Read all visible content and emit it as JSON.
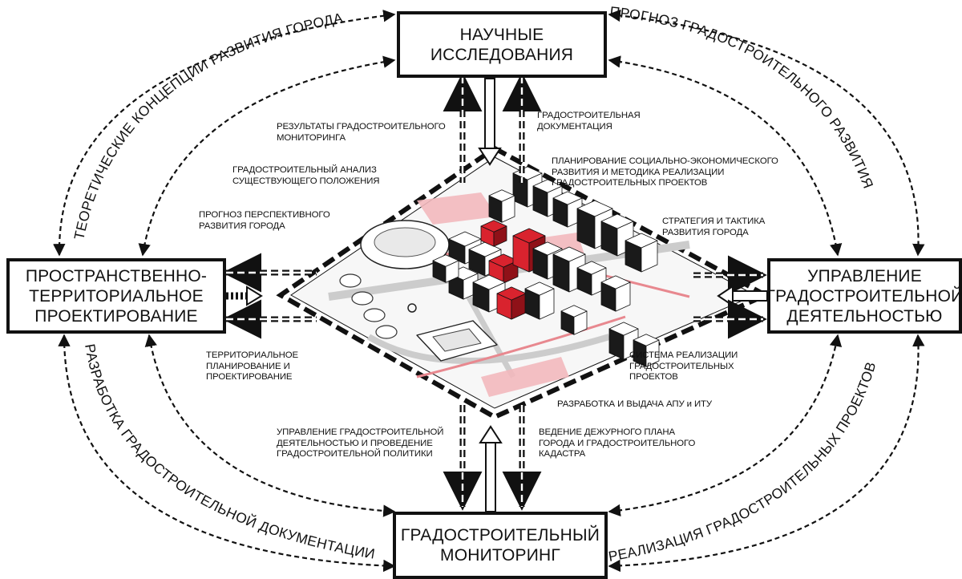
{
  "boxes": {
    "research": [
      "НАУЧНЫЕ",
      "ИССЛЕДОВАНИЯ"
    ],
    "spatial": [
      "ПРОСТРАНСТВЕННО-",
      "ТЕРРИТОРИАЛЬНОЕ",
      "ПРОЕКТИРОВАНИЕ"
    ],
    "management": [
      "УПРАВЛЕНИЕ",
      "ГРАДОСТРОИТЕЛЬНОЙ",
      "ДЕЯТЕЛЬНОСТЬЮ"
    ],
    "monitoring": [
      "ГРАДОСТРОИТЕЛЬНЫЙ",
      "МОНИТОРИНГ"
    ]
  },
  "arc_labels": {
    "top_left": "ТЕОРЕТИЧЕСКИЕ КОНЦЕПЦИИ РАЗВИТИЯ ГОРОДА",
    "top_right": "ПРОГНОЗ ГРАДОСТРОИТЕЛЬНОГО РАЗВИТИЯ",
    "bottom_left": "РАЗРАБОТКА ГРАДОСТРОИТЕЛЬНОЙ ДОКУМЕНТАЦИИ",
    "bottom_right": "РЕАЛИЗАЦИЯ ГРАДОСТРОИТЕЛЬНЫХ ПРОЕКТОВ"
  },
  "labels": {
    "monitoring_results": [
      "РЕЗУЛЬТАТЫ ГРАДОСТРОИТЕЛЬНОГО",
      "МОНИТОРИНГА"
    ],
    "analysis": [
      "ГРАДОСТРОИТЕЛЬНЫЙ АНАЛИЗ",
      "СУЩЕСТВУЮЩЕГО ПОЛОЖЕНИЯ"
    ],
    "forecast": [
      "ПРОГНОЗ ПЕРСПЕКТИВНОГО",
      "РАЗВИТИЯ ГОРОДА"
    ],
    "documentation": [
      "ГРАДОСТРОИТЕЛЬНАЯ",
      "ДОКУМЕНТАЦИЯ"
    ],
    "planning": [
      "ПЛАНИРОВАНИЕ СОЦИАЛЬНО-ЭКОНОМИЧЕСКОГО",
      "РАЗВИТИЯ И МЕТОДИКА РЕАЛИЗАЦИИ",
      "ГРАДОСТРОИТЕЛЬНЫХ ПРОЕКТОВ"
    ],
    "strategy": [
      "СТРАТЕГИЯ И ТАКТИКА",
      "РАЗВИТИЯ ГОРОДА"
    ],
    "territorial": [
      "ТЕРРИТОРИАЛЬНОЕ",
      "ПЛАНИРОВАНИЕ И",
      "ПРОЕКТИРОВАНИЕ"
    ],
    "implementation_system": [
      "СИСТЕМА РЕАЛИЗАЦИИ",
      "ГРАДОСТРОИТЕЛЬНЫХ",
      "ПРОЕКТОВ"
    ],
    "apu": [
      "РАЗРАБОТКА И ВЫДАЧА АПУ и ИТУ"
    ],
    "policy": [
      "УПРАВЛЕНИЕ ГРАДОСТРОИТЕЛЬНОЙ",
      "ДЕЯТЕЛЬНОСТЬЮ И ПРОВЕДЕНИЕ",
      "ГРАДОСТРОИТЕЛЬНОЙ ПОЛИТИКИ"
    ],
    "duty_plan": [
      "ВЕДЕНИЕ ДЕЖУРНОГО ПЛАНА",
      "ГОРОДА И ГРАДОСТРОИТЕЛЬНОГО",
      "КАДАСТРА"
    ]
  },
  "colors": {
    "ink": "#111111",
    "accent_red": "#d9232e",
    "pale_red": "#f2b8bc"
  }
}
